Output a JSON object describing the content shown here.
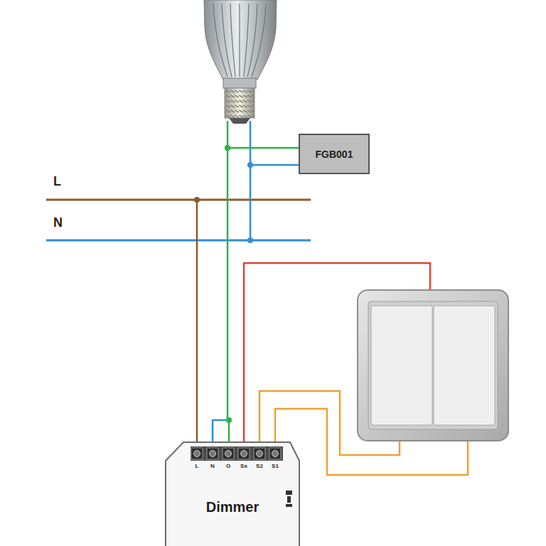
{
  "diagram": {
    "nodes": [
      {
        "text": [
          "FGB001"
        ]
      },
      {
        "text": [
          "Dimmer"
        ]
      }
    ],
    "edges": [
      {
        "from": 0,
        "to": 1,
        "arrow": "none"
      }
    ],
    "labels": [
      "L",
      "N",
      "L",
      "N",
      "O",
      "Sx",
      "S2",
      "S1"
    ]
  }
}
